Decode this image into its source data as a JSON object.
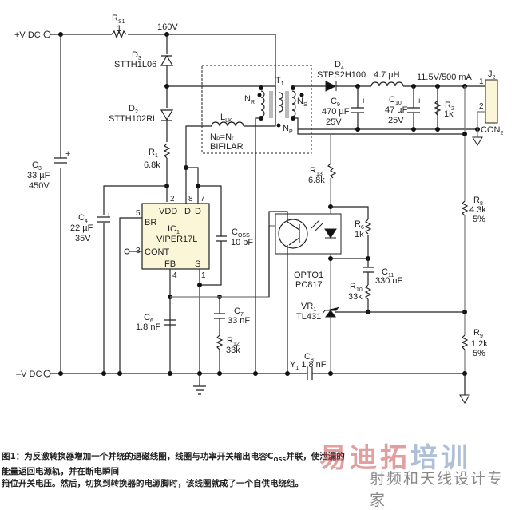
{
  "terminals": {
    "vdc_pos": "+V DC",
    "vdc_neg": "–V DC"
  },
  "nodes": {
    "high_voltage": "160V",
    "output": "11.5V/500 mA"
  },
  "components": {
    "rs1": {
      "ref": "R",
      "sub": "S1",
      "value": "1"
    },
    "d3": {
      "ref": "D",
      "sub": "3",
      "part": "STTH1L06"
    },
    "d2": {
      "ref": "D",
      "sub": "2",
      "part": "STTH102RL"
    },
    "r1": {
      "ref": "R",
      "sub": "1",
      "value": "6.8k"
    },
    "c3": {
      "ref": "C",
      "sub": "3",
      "value": "33 µF",
      "rating": "450V"
    },
    "c4": {
      "ref": "C",
      "sub": "4",
      "value": "22 µF",
      "rating": "35V"
    },
    "ic1": {
      "ref": "IC",
      "sub": "1",
      "part": "VIPER17L",
      "pins": {
        "vdd": "VDD",
        "d8": "D",
        "d7": "D",
        "br": "BR",
        "cont": "CONT",
        "fb": "FB",
        "s": "S"
      },
      "pin_numbers": {
        "vdd": "2",
        "d8": "8",
        "d7": "7",
        "br": "5",
        "cont": "3",
        "fb": "4",
        "s": "1"
      }
    },
    "coss": {
      "ref": "C",
      "sub": "OSS",
      "value": "10 pF"
    },
    "t1": {
      "ref": "T",
      "sub": "1",
      "nr": "N",
      "nr_sub": "R",
      "ns": "N",
      "ns_sub": "S",
      "np": "N",
      "np_sub": "P"
    },
    "llk": {
      "ref": "L",
      "sub": "LK",
      "note1": "Nₚ=Nᵣ",
      "note2": "BIFILAR"
    },
    "d4": {
      "ref": "D",
      "sub": "4",
      "part": "STPS2H100"
    },
    "l_out": {
      "value": "4.7 µH"
    },
    "c9": {
      "ref": "C",
      "sub": "9",
      "value": "470 µF",
      "rating": "25V"
    },
    "c10": {
      "ref": "C",
      "sub": "10",
      "value": "47 µF",
      "rating": "25V"
    },
    "r2": {
      "ref": "R",
      "sub": "2",
      "value": "1k"
    },
    "j2": {
      "ref": "J",
      "sub": "2",
      "pin1": "1",
      "pin2": "2",
      "label": "CON",
      "label_sub": "2"
    },
    "r13": {
      "ref": "R",
      "sub": "13",
      "value": "6.8k"
    },
    "r6": {
      "ref": "R",
      "sub": "6",
      "value": "1k"
    },
    "c11": {
      "ref": "C",
      "sub": "11",
      "value": "330 nF"
    },
    "r10": {
      "ref": "R",
      "sub": "10",
      "value": "33k"
    },
    "opto1": {
      "ref": "OPTO1",
      "part": "PC817"
    },
    "vr1": {
      "ref": "VR",
      "sub": "1",
      "part": "TL431"
    },
    "r8": {
      "ref": "R",
      "sub": "8",
      "value": "4.3k",
      "tol": "5%"
    },
    "r9": {
      "ref": "R",
      "sub": "9",
      "value": "1.2k",
      "tol": "5%"
    },
    "c6": {
      "ref": "C",
      "sub": "6",
      "value": "1.8 nF"
    },
    "c7": {
      "ref": "C",
      "sub": "7",
      "value": "33 nF"
    },
    "r12": {
      "ref": "R",
      "sub": "12",
      "value": "33k"
    },
    "c8": {
      "ref": "C",
      "sub": "8",
      "prefix": "Y",
      "prefix_sub": "1",
      "value": "1.8 nF"
    }
  },
  "caption": {
    "line1": "图1：为反激转换器增加一个并绕的退磁线圈，线圈与功率开关输出电容C",
    "coss_sub": "OSS",
    "line1b": "并联，使泄漏的能量返回电源轨，并在断电瞬间",
    "line2": "箝位开关电压。然后，切换到转换器的电源脚时，该线圈就成了一个自供电绕组。"
  },
  "watermark": {
    "brand_a": "易迪拓",
    "brand_b": "培训",
    "tagline": "射频和天线设计专家"
  }
}
